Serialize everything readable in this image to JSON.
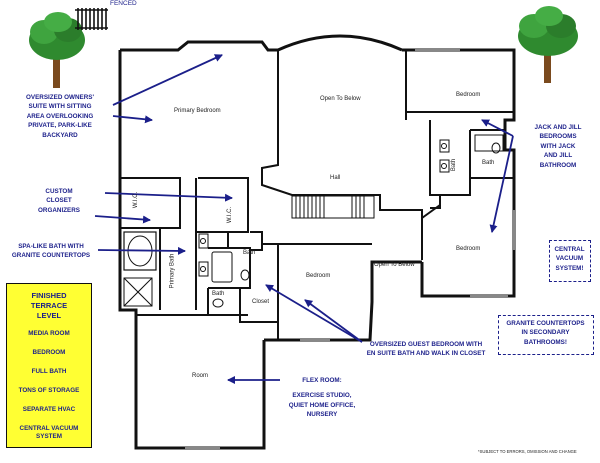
{
  "header": {
    "fenced": "FENCED"
  },
  "rooms": {
    "primary_bedroom": "Primary Bedroom",
    "open_to_below_top": "Open To Below",
    "bedroom_ne": "Bedroom",
    "bath_ne": "Bath",
    "bath_ne_small": "Bath",
    "hall": "Hall",
    "wic_left": "W.I.C.",
    "wic_right": "W.I.C.",
    "primary_bath": "Primary Bath",
    "bath_center": "Bath",
    "bath_small": "Bath",
    "closet": "Closet",
    "bedroom_center": "Bedroom",
    "open_to_below_mid": "Open To Below",
    "bedroom_se": "Bedroom",
    "room": "Room"
  },
  "callouts": {
    "owners_suite": [
      "OVERSIZED OWNERS'",
      "SUITE WITH SITTING",
      "AREA OVERLOOKING",
      "PRIVATE, PARK-LIKE",
      "BACKYARD"
    ],
    "custom_closet": [
      "CUSTOM",
      "CLOSET",
      "ORGANIZERS"
    ],
    "spa_bath": [
      "SPA-LIKE BATH WITH",
      "GRANITE COUNTERTOPS"
    ],
    "jack_jill": [
      "JACK AND JILL",
      "BEDROOMS",
      "WITH JACK",
      "AND JILL",
      "BATHROOM"
    ],
    "central_vac": [
      "CENTRAL",
      "VACUUM",
      "SYSTEM!"
    ],
    "granite_secondary": [
      "GRANITE COUNTERTOPS",
      "IN SECONDARY",
      "BATHROOMS!"
    ],
    "guest_bedroom": [
      "OVERSIZED GUEST BEDROOM WITH",
      "EN SUITE BATH AND WALK IN CLOSET"
    ],
    "flex_room": [
      "FLEX ROOM:",
      "EXERCISE STUDIO,",
      "QUIET HOME OFFICE,",
      "NURSERY"
    ]
  },
  "terrace_box": {
    "title": [
      "FINISHED",
      "TERRACE",
      "LEVEL"
    ],
    "items": [
      "MEDIA ROOM",
      "BEDROOM",
      "FULL BATH",
      "TONS OF STORAGE",
      "SEPARATE HVAC",
      "CENTRAL VACUUM",
      "SYSTEM"
    ]
  },
  "footnote": "*SUBJECT TO ERRORS, OMISSION AND CHANGE",
  "colors": {
    "callout_text": "#1b1f8a",
    "arrow": "#1b1f8a",
    "terrace_box": "#ffff33",
    "tree": "#2f8a2f"
  }
}
